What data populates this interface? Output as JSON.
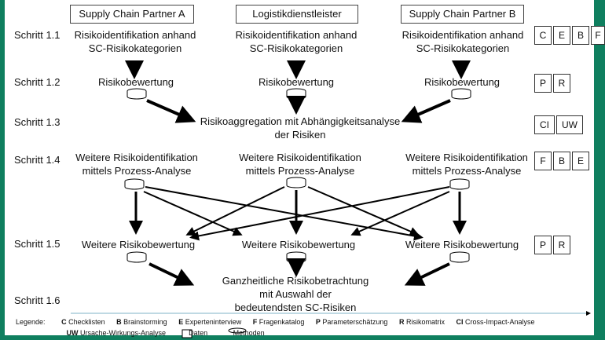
{
  "partners": [
    "Supply Chain Partner A",
    "Logistikdienstleister",
    "Supply Chain Partner B"
  ],
  "steps": [
    "Schritt 1.1",
    "Schritt 1.2",
    "Schritt 1.3",
    "Schritt 1.4",
    "Schritt 1.5",
    "Schritt 1.6"
  ],
  "nodes": {
    "riskid": "Risikoidentifikation anhand\nSC-Risikokategorien",
    "riskeval": "Risikobewertung",
    "aggregation": "Risikoaggregation mit Abhängigkeitsanalyse\nder Risiken",
    "further_id": "Weitere Risikoidentifikation\nmittels Prozess-Analyse",
    "further_eval": "Weitere Risikobewertung",
    "holistic": "Ganzheitliche Risikobetrachtung\nmit Auswahl der\nbedeutendsten SC-Risiken"
  },
  "method_boxes": {
    "s11": [
      "C",
      "E",
      "B",
      "F"
    ],
    "s12": [
      "P",
      "R"
    ],
    "s13": [
      "CI",
      "UW"
    ],
    "s14": [
      "F",
      "B",
      "E"
    ],
    "s15": [
      "P",
      "R"
    ]
  },
  "legend": {
    "title": "Legende:",
    "items": [
      {
        "key": "C",
        "label": "Checklisten"
      },
      {
        "key": "B",
        "label": "Brainstorming"
      },
      {
        "key": "E",
        "label": "Experteninterview"
      },
      {
        "key": "F",
        "label": "Fragenkatalog"
      },
      {
        "key": "P",
        "label": "Parameterschätzung"
      },
      {
        "key": "R",
        "label": "Risikomatrix"
      },
      {
        "key": "CI",
        "label": "Cross-Impact-Analyse"
      }
    ],
    "line2_key": "UW",
    "line2_label": "Ursache-Wirkungs-Analyse",
    "symbol_data": "Daten",
    "symbol_methods": "Methoden"
  },
  "colors": {
    "accent": "#0f7f5f",
    "line": "#000000"
  }
}
